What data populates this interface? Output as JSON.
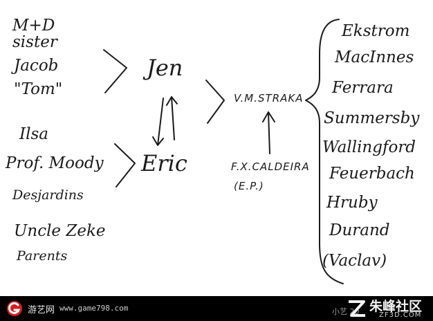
{
  "group_a": [
    "M+D",
    "sister",
    "Jacob",
    "\"Tom\""
  ],
  "group_b": [
    "Ilsa",
    "Prof. Moody",
    "Desjardins",
    "Uncle Zeke",
    "Parents"
  ],
  "hub_top": "Jen",
  "hub_bottom": "Eric",
  "center": "V.M.STRAKA",
  "source_line1": "F.X.CALDEIRA",
  "source_line2": "(E.P.)",
  "right_group": [
    "Ekstrom",
    "MacInnes",
    "Ferrara",
    "Summersby",
    "Wallingford",
    "Feuerbach",
    "Hruby",
    "Durand",
    "(Vaclav)"
  ],
  "footer": {
    "site_name": "游艺网",
    "site_url": "www.game798.com",
    "watermark_name": "朱峰社区",
    "watermark_url": "ZF3D.COM",
    "watermark_small": "小艺 20"
  },
  "colors": {
    "ink": "#1a1a1a",
    "footer_bg": "#000000",
    "logo_red": "#d81e1e"
  }
}
